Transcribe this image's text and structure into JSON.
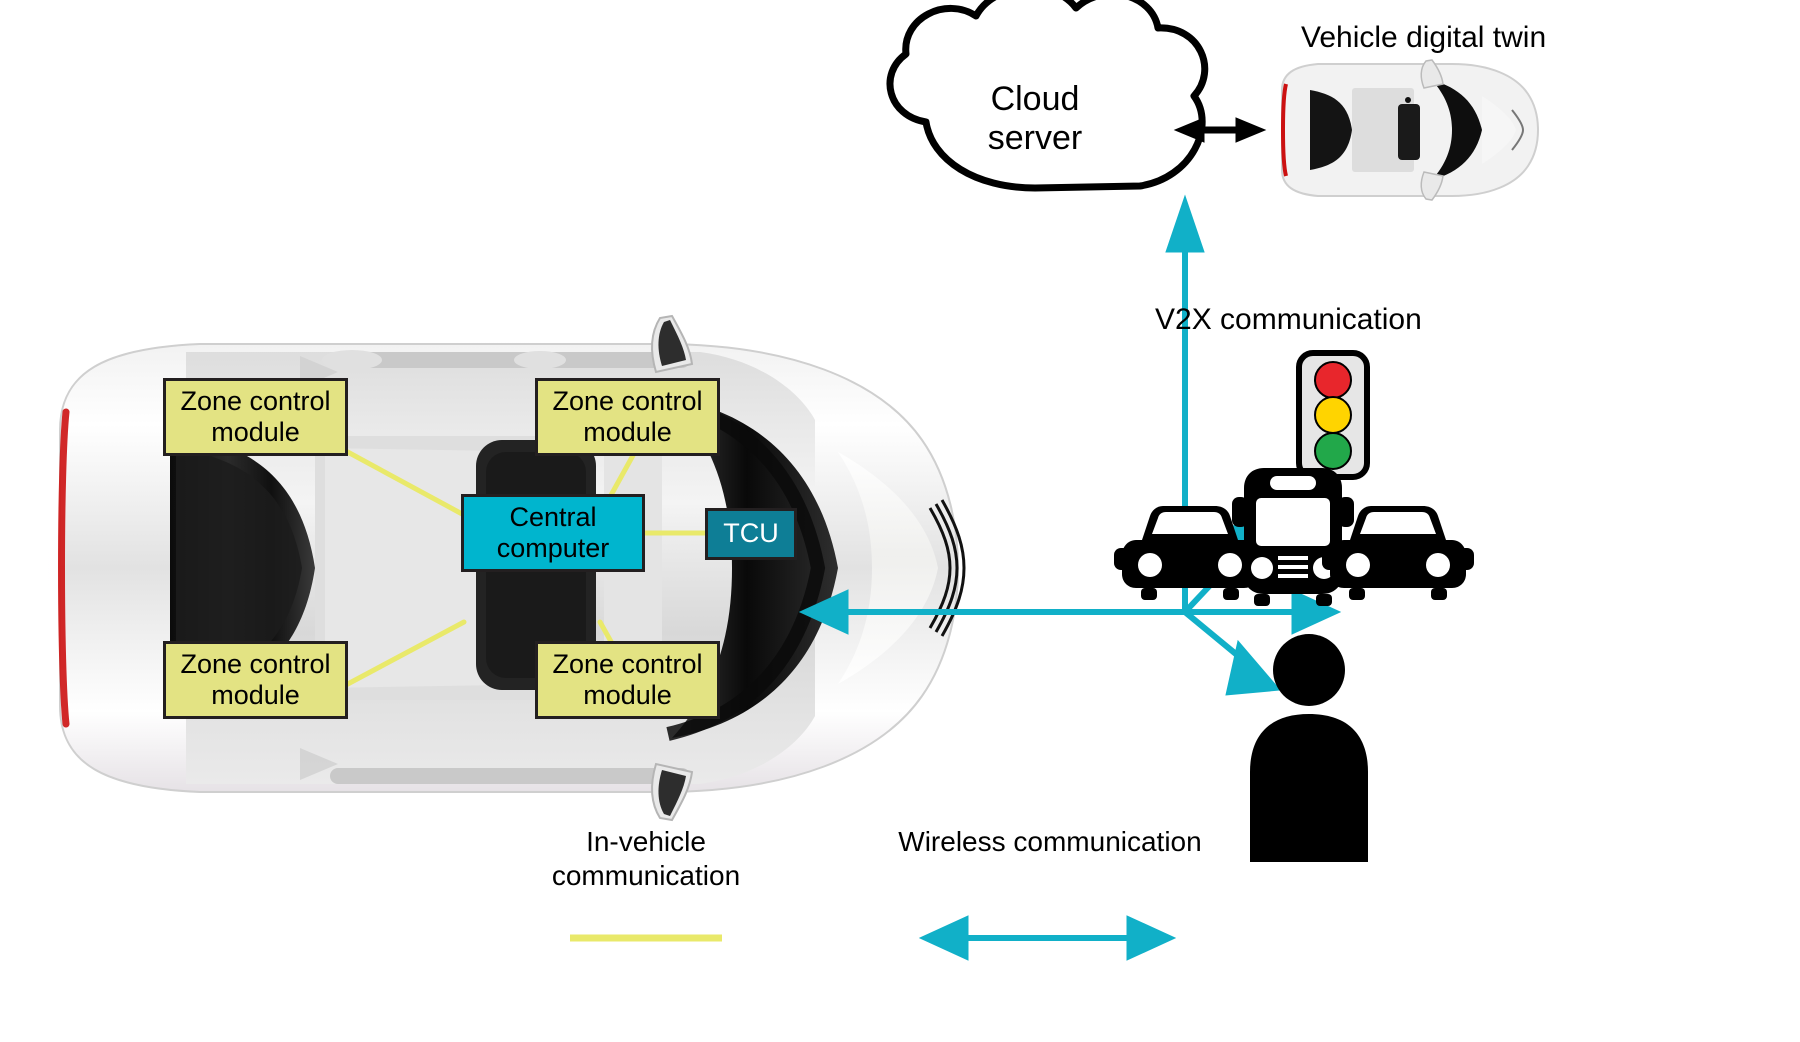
{
  "figure": {
    "type": "diagram",
    "topic": "Zonal vehicle E/E architecture with cloud and V2X connectivity"
  },
  "colors": {
    "zone_module_fill": "#e3e383",
    "central_computer_fill": "#00b5ce",
    "tcu_fill": "#0e7e96",
    "in_vehicle_link": "#e9e96a",
    "wireless_link": "#11b0c8",
    "outline": "#231f20",
    "traffic_light_red": "#e8262c",
    "traffic_light_yellow": "#ffd400",
    "traffic_light_green": "#22a84a",
    "traffic_light_body": "#e6e6e6",
    "car_body": "#ffffff",
    "car_glass": "#151515",
    "taillight": "#cc1111"
  },
  "labels": {
    "vehicle_digital_twin": "Vehicle digital twin",
    "v2x_communication": "V2X communication",
    "cloud_server_line1": "Cloud",
    "cloud_server_line2": "server"
  },
  "boxes": {
    "zone_modules": [
      {
        "id": "zone-front-left",
        "line1": "Zone control",
        "line2": "module"
      },
      {
        "id": "zone-front-right",
        "line1": "Zone control",
        "line2": "module"
      },
      {
        "id": "zone-rear-left",
        "line1": "Zone control",
        "line2": "module"
      },
      {
        "id": "zone-rear-right",
        "line1": "Zone control",
        "line2": "module"
      }
    ],
    "central_computer": {
      "line1": "Central",
      "line2": "computer"
    },
    "tcu": {
      "label": "TCU"
    }
  },
  "legend": {
    "items": [
      {
        "id": "in-vehicle",
        "swatch": "line",
        "line1": "In-vehicle",
        "line2": "communication"
      },
      {
        "id": "wireless",
        "swatch": "double-arrow",
        "line1": "Wireless communication",
        "line2": ""
      }
    ]
  },
  "icons": {
    "cloud": "cloud-icon",
    "digital_twin_car": "car-top-view-icon",
    "traffic_light": "traffic-light-icon",
    "road_vehicles": [
      "car-front-icon",
      "bus-front-icon",
      "car-front-icon"
    ],
    "pedestrian": "pedestrian-icon",
    "ego_vehicle": "car-top-view-icon"
  }
}
